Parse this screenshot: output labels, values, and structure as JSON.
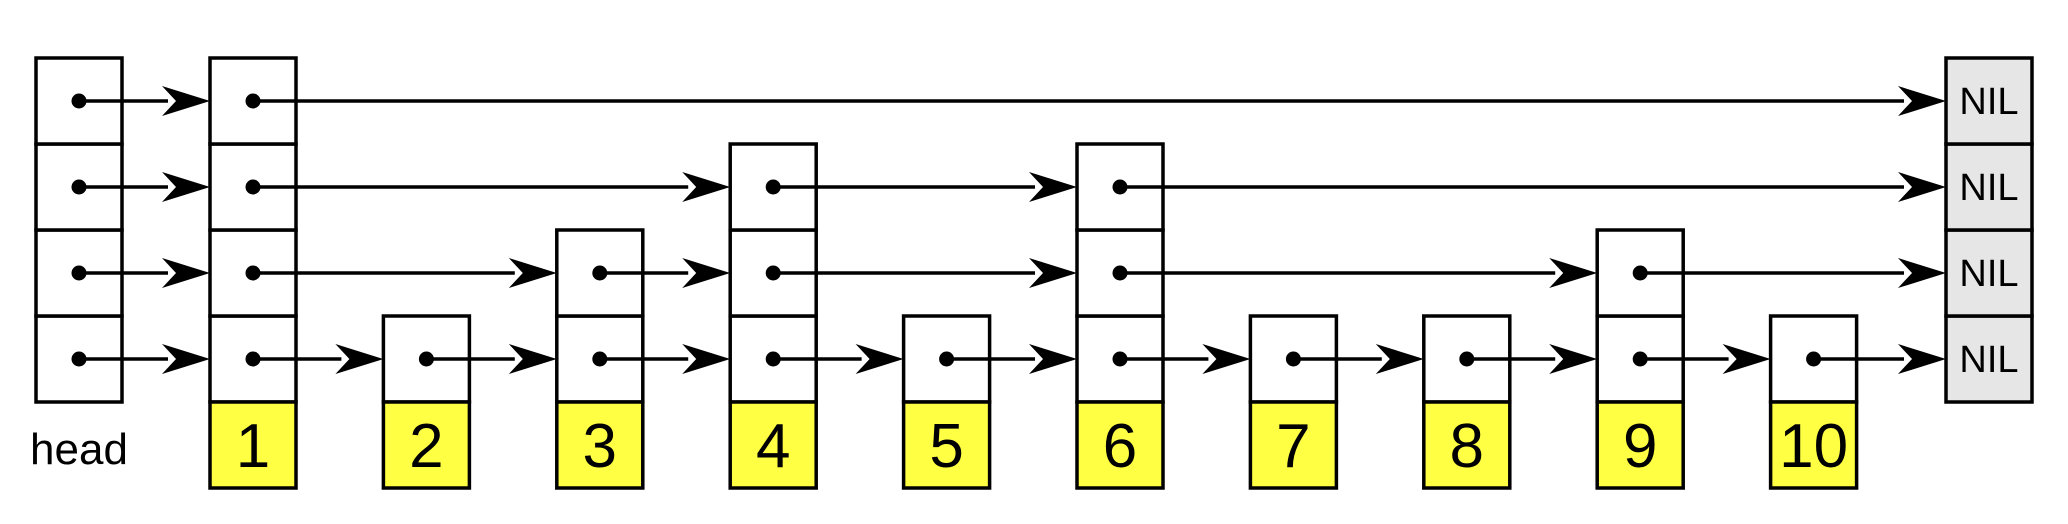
{
  "head": {
    "label": "head",
    "levels": 4
  },
  "nil": {
    "label": "NIL",
    "levels": 4
  },
  "nodes": [
    {
      "key": "1",
      "levels": 4
    },
    {
      "key": "2",
      "levels": 1
    },
    {
      "key": "3",
      "levels": 2
    },
    {
      "key": "4",
      "levels": 3
    },
    {
      "key": "5",
      "levels": 1
    },
    {
      "key": "6",
      "levels": 3
    },
    {
      "key": "7",
      "levels": 1
    },
    {
      "key": "8",
      "levels": 1
    },
    {
      "key": "9",
      "levels": 2
    },
    {
      "key": "10",
      "levels": 1
    }
  ],
  "colors": {
    "key_fill": "#ffff44",
    "nil_fill": "#e6e6e6",
    "line": "#000000"
  }
}
